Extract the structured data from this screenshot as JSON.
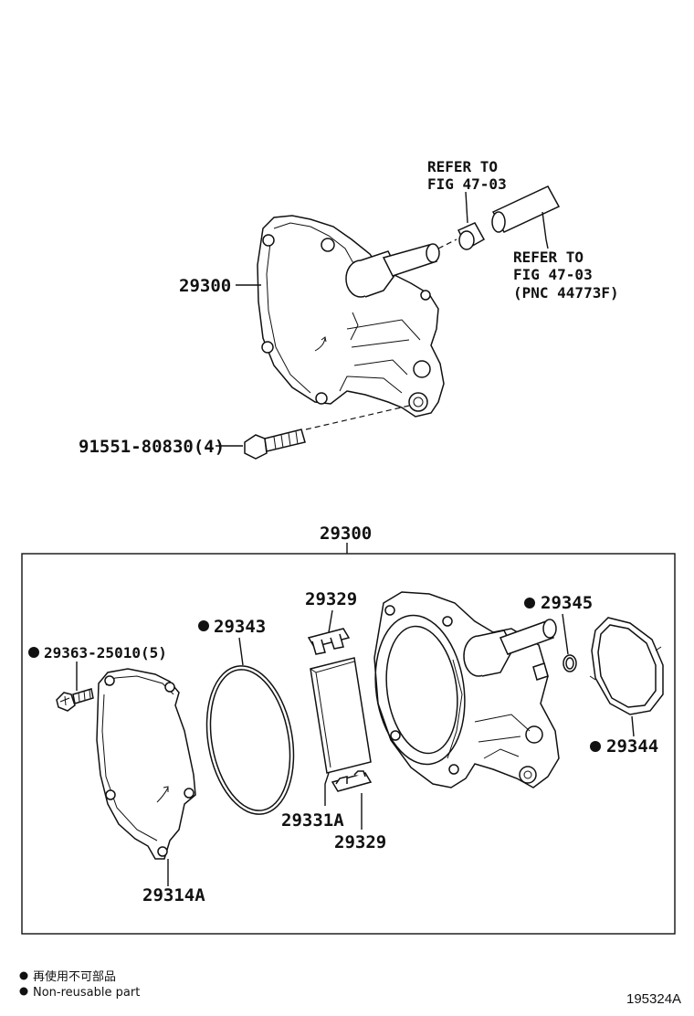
{
  "top_assembly": {
    "label_main": "29300",
    "label_bolt": "91551-80830(4)",
    "refer_a_line1": "REFER TO",
    "refer_a_line2": "FIG 47-03",
    "refer_b_line1": "REFER TO",
    "refer_b_line2": "FIG 47-03",
    "refer_b_line3": "(PNC 44773F)"
  },
  "kit": {
    "label_title": "29300",
    "parts": {
      "screw": "29363-25010(5)",
      "cover": "29314A",
      "oring": "29343",
      "vane_top": "29329",
      "rotor": "29331A",
      "vane_bottom": "29329",
      "small_ring": "29345",
      "gasket": "29344"
    }
  },
  "legend": {
    "japanese": "再使用不可部品",
    "english": "Non-reusable part"
  },
  "diagram_code": "195324A"
}
